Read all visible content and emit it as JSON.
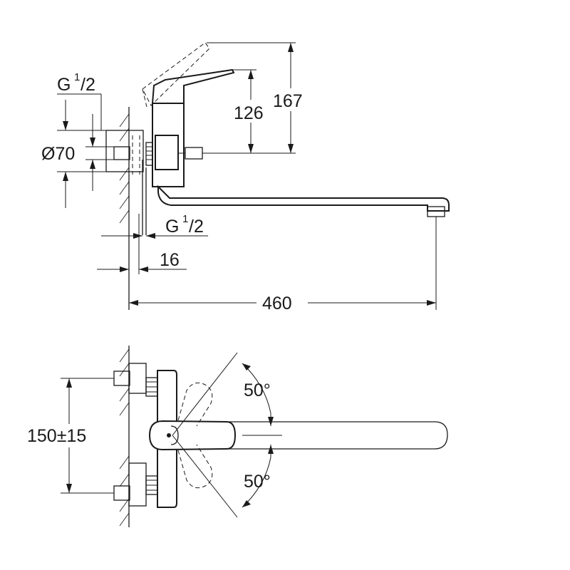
{
  "dimensions": {
    "g_top_label": "G",
    "g_top_sup": "1",
    "g_top_sub": "/2",
    "diameter_label": "Ø70",
    "h126": "126",
    "h167": "167",
    "g_bottom_label": "G",
    "g_bottom_sup": "1",
    "g_bottom_sub": "/2",
    "d16": "16",
    "l460": "460",
    "spacing": "150±15",
    "angle_top": "50°",
    "angle_bottom": "50°"
  }
}
